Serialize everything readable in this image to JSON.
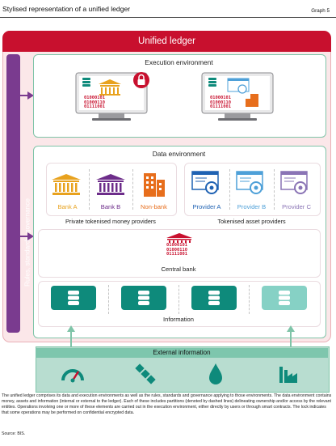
{
  "header": {
    "title": "Stylised representation of a unified ledger",
    "graph_label": "Graph 5"
  },
  "unified_ledger": {
    "title": "Unified ledger"
  },
  "rules": {
    "label": "Rules, standards, governance"
  },
  "execution": {
    "title": "Execution environment",
    "code_text": [
      "01000101",
      "01000110",
      "01111001"
    ]
  },
  "data_env": {
    "title": "Data environment",
    "private_caption": "Private tokenised money providers",
    "asset_caption": "Tokenised asset providers",
    "banks": [
      {
        "label": "Bank A",
        "color": "#e8a21e"
      },
      {
        "label": "Bank B",
        "color": "#6d2d8a"
      },
      {
        "label": "Non-bank",
        "color": "#e76e1c"
      }
    ],
    "providers": [
      {
        "label": "Provider A",
        "color": "#1f62b3"
      },
      {
        "label": "Provider B",
        "color": "#4ea0d8"
      },
      {
        "label": "Provider C",
        "color": "#8a74b5"
      }
    ],
    "central_bank": {
      "label": "Central bank",
      "code_text": [
        "01000101",
        "01000110",
        "01111001"
      ]
    },
    "information": {
      "label": "Information"
    }
  },
  "external": {
    "title": "External information"
  },
  "description": "The unified ledger comprises its data and execution environments as well as the rules, standards and governance applying to those environments. The data environment contains money, assets and information (internal or external to the ledger). Each of these includes partitions (denoted by dashed lines) delineating ownership and/or access by the relevant entities. Operations involving one or more of these elements are carried out in the execution environment, either directly by users or through smart contracts. The lock indicates that some operations may be performed on confidential encrypted data.",
  "source": "Source: BIS.",
  "colors": {
    "red": "#c8102e",
    "purple": "#7a3b8f",
    "teal": "#0e8a7b",
    "green_border": "#7fc4a8"
  }
}
